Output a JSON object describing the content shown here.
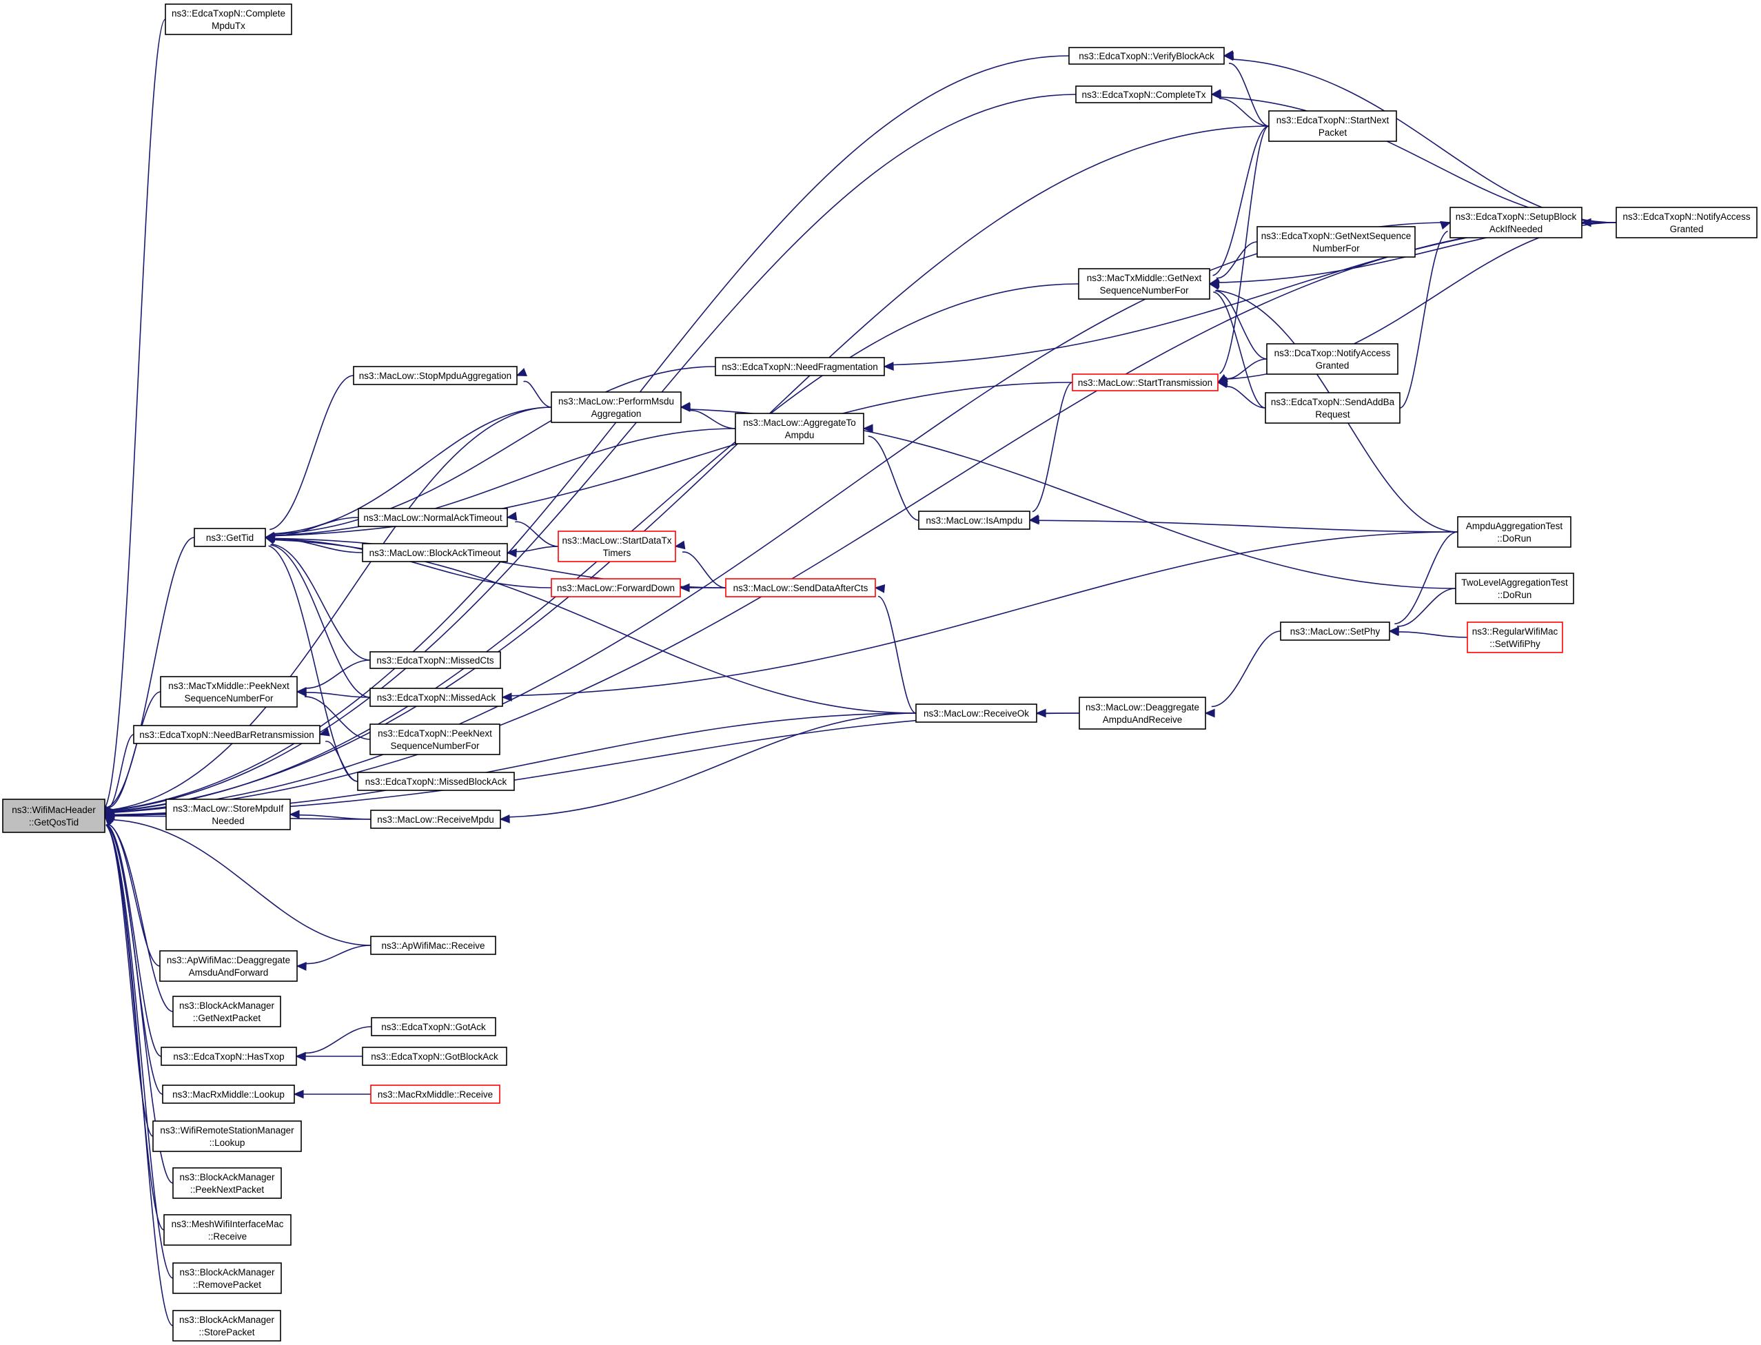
{
  "graph": {
    "colors": {
      "edge": "#191970",
      "node_border": "#000000",
      "highlight_border": "#ff0000",
      "root_fill": "#bfbfbf"
    },
    "nodes": [
      {
        "id": "root",
        "lines": [
          "ns3::WifiMacHeader",
          "::GetQosTid"
        ],
        "style": "root"
      },
      {
        "id": "CompleteMpduTx",
        "lines": [
          "ns3::EdcaTxopN::Complete",
          "MpduTx"
        ]
      },
      {
        "id": "VerifyBlockAck",
        "lines": [
          "ns3::EdcaTxopN::VerifyBlockAck"
        ]
      },
      {
        "id": "CompleteTx",
        "lines": [
          "ns3::EdcaTxopN::CompleteTx"
        ]
      },
      {
        "id": "StartNextPacket",
        "lines": [
          "ns3::EdcaTxopN::StartNext",
          "Packet"
        ]
      },
      {
        "id": "SetupBlockAck",
        "lines": [
          "ns3::EdcaTxopN::SetupBlock",
          "AckIfNeeded"
        ]
      },
      {
        "id": "NotifyAccessGranted",
        "lines": [
          "ns3::EdcaTxopN::NotifyAccess",
          "Granted"
        ]
      },
      {
        "id": "GetNextSeqEdca",
        "lines": [
          "ns3::EdcaTxopN::GetNextSequence",
          "NumberFor"
        ]
      },
      {
        "id": "GetNextSeqMid",
        "lines": [
          "ns3::MacTxMiddle::GetNext",
          "SequenceNumberFor"
        ]
      },
      {
        "id": "NeedFragmentation",
        "lines": [
          "ns3::EdcaTxopN::NeedFragmentation"
        ]
      },
      {
        "id": "StopMpdu",
        "lines": [
          "ns3::MacLow::StopMpduAggregation"
        ]
      },
      {
        "id": "PerformMsdu",
        "lines": [
          "ns3::MacLow::PerformMsdu",
          "Aggregation"
        ]
      },
      {
        "id": "StartTransmission",
        "lines": [
          "ns3::MacLow::StartTransmission"
        ],
        "style": "red"
      },
      {
        "id": "DcaNotify",
        "lines": [
          "ns3::DcaTxop::NotifyAccess",
          "Granted"
        ]
      },
      {
        "id": "SendAddBa",
        "lines": [
          "ns3::EdcaTxopN::SendAddBa",
          "Request"
        ]
      },
      {
        "id": "AggregateToAmpdu",
        "lines": [
          "ns3::MacLow::AggregateTo",
          "Ampdu"
        ]
      },
      {
        "id": "IsAmpdu",
        "lines": [
          "ns3::MacLow::IsAmpdu"
        ]
      },
      {
        "id": "GetTid",
        "lines": [
          "ns3::GetTid"
        ]
      },
      {
        "id": "NormalAckTimeout",
        "lines": [
          "ns3::MacLow::NormalAckTimeout"
        ]
      },
      {
        "id": "BlockAckTimeout",
        "lines": [
          "ns3::MacLow::BlockAckTimeout"
        ]
      },
      {
        "id": "StartDataTx",
        "lines": [
          "ns3::MacLow::StartDataTx",
          "Timers"
        ],
        "style": "red"
      },
      {
        "id": "ForwardDown",
        "lines": [
          "ns3::MacLow::ForwardDown"
        ],
        "style": "red"
      },
      {
        "id": "SendDataAfterCts",
        "lines": [
          "ns3::MacLow::SendDataAfterCts"
        ],
        "style": "red"
      },
      {
        "id": "AmpduTest",
        "lines": [
          "AmpduAggregationTest",
          "::DoRun"
        ]
      },
      {
        "id": "TwoLevelTest",
        "lines": [
          "TwoLevelAggregationTest",
          "::DoRun"
        ]
      },
      {
        "id": "SetPhy",
        "lines": [
          "ns3::MacLow::SetPhy"
        ]
      },
      {
        "id": "SetWifiPhy",
        "lines": [
          "ns3::RegularWifiMac",
          "::SetWifiPhy"
        ],
        "style": "red"
      },
      {
        "id": "MissedCts",
        "lines": [
          "ns3::EdcaTxopN::MissedCts"
        ]
      },
      {
        "id": "PeekNextMid",
        "lines": [
          "ns3::MacTxMiddle::PeekNext",
          "SequenceNumberFor"
        ]
      },
      {
        "id": "MissedAck",
        "lines": [
          "ns3::EdcaTxopN::MissedAck"
        ]
      },
      {
        "id": "PeekNextEdca",
        "lines": [
          "ns3::EdcaTxopN::PeekNext",
          "SequenceNumberFor"
        ]
      },
      {
        "id": "ReceiveOk",
        "lines": [
          "ns3::MacLow::ReceiveOk"
        ]
      },
      {
        "id": "Deaggregate",
        "lines": [
          "ns3::MacLow::Deaggregate",
          "AmpduAndReceive"
        ]
      },
      {
        "id": "NeedBarRetrans",
        "lines": [
          "ns3::EdcaTxopN::NeedBarRetransmission"
        ]
      },
      {
        "id": "MissedBlockAck",
        "lines": [
          "ns3::EdcaTxopN::MissedBlockAck"
        ]
      },
      {
        "id": "StoreMpdu",
        "lines": [
          "ns3::MacLow::StoreMpduIf",
          "Needed"
        ]
      },
      {
        "id": "ReceiveMpdu",
        "lines": [
          "ns3::MacLow::ReceiveMpdu"
        ]
      },
      {
        "id": "ApDeaggregate",
        "lines": [
          "ns3::ApWifiMac::Deaggregate",
          "AmsduAndForward"
        ]
      },
      {
        "id": "ApReceive",
        "lines": [
          "ns3::ApWifiMac::Receive"
        ]
      },
      {
        "id": "BAMGetNext",
        "lines": [
          "ns3::BlockAckManager",
          "::GetNextPacket"
        ]
      },
      {
        "id": "GotAck",
        "lines": [
          "ns3::EdcaTxopN::GotAck"
        ]
      },
      {
        "id": "HasTxop",
        "lines": [
          "ns3::EdcaTxopN::HasTxop"
        ]
      },
      {
        "id": "GotBlockAck",
        "lines": [
          "ns3::EdcaTxopN::GotBlockAck"
        ]
      },
      {
        "id": "RxLookup",
        "lines": [
          "ns3::MacRxMiddle::Lookup"
        ]
      },
      {
        "id": "RxReceive",
        "lines": [
          "ns3::MacRxMiddle::Receive"
        ],
        "style": "red"
      },
      {
        "id": "RSMLookup",
        "lines": [
          "ns3::WifiRemoteStationManager",
          "::Lookup"
        ]
      },
      {
        "id": "BAMPeek",
        "lines": [
          "ns3::BlockAckManager",
          "::PeekNextPacket"
        ]
      },
      {
        "id": "MeshReceive",
        "lines": [
          "ns3::MeshWifiInterfaceMac",
          "::Receive"
        ]
      },
      {
        "id": "BAMRemove",
        "lines": [
          "ns3::BlockAckManager",
          "::RemovePacket"
        ]
      },
      {
        "id": "BAMStore",
        "lines": [
          "ns3::BlockAckManager",
          "::StorePacket"
        ]
      }
    ],
    "edges": [
      [
        "root",
        "CompleteMpduTx"
      ],
      [
        "root",
        "VerifyBlockAck"
      ],
      [
        "root",
        "CompleteTx"
      ],
      [
        "root",
        "StartNextPacket"
      ],
      [
        "root",
        "NotifyAccessGranted"
      ],
      [
        "root",
        "SetupBlockAck"
      ],
      [
        "root",
        "GetNextSeqMid"
      ],
      [
        "root",
        "PerformMsdu"
      ],
      [
        "root",
        "GetTid"
      ],
      [
        "root",
        "PeekNextMid"
      ],
      [
        "root",
        "NeedBarRetrans"
      ],
      [
        "root",
        "StoreMpdu"
      ],
      [
        "root",
        "ReceiveMpdu"
      ],
      [
        "root",
        "ReceiveOk"
      ],
      [
        "root",
        "Deaggregate"
      ],
      [
        "root",
        "ApReceive"
      ],
      [
        "root",
        "ApDeaggregate"
      ],
      [
        "root",
        "BAMGetNext"
      ],
      [
        "root",
        "HasTxop"
      ],
      [
        "root",
        "RxLookup"
      ],
      [
        "root",
        "RSMLookup"
      ],
      [
        "root",
        "BAMPeek"
      ],
      [
        "root",
        "MeshReceive"
      ],
      [
        "root",
        "BAMRemove"
      ],
      [
        "root",
        "BAMStore"
      ],
      [
        "VerifyBlockAck",
        "StartNextPacket"
      ],
      [
        "VerifyBlockAck",
        "NotifyAccessGranted"
      ],
      [
        "CompleteTx",
        "StartNextPacket"
      ],
      [
        "CompleteTx",
        "NotifyAccessGranted"
      ],
      [
        "SetupBlockAck",
        "NotifyAccessGranted"
      ],
      [
        "SetupBlockAck",
        "SendAddBa"
      ],
      [
        "GetNextSeqMid",
        "StartNextPacket"
      ],
      [
        "GetNextSeqMid",
        "GetNextSeqEdca"
      ],
      [
        "GetNextSeqMid",
        "NotifyAccessGranted"
      ],
      [
        "GetNextSeqMid",
        "DcaNotify"
      ],
      [
        "GetNextSeqMid",
        "SendAddBa"
      ],
      [
        "GetNextSeqMid",
        "AmpduTest"
      ],
      [
        "StartTransmission",
        "StartNextPacket"
      ],
      [
        "StartTransmission",
        "DcaNotify"
      ],
      [
        "StartTransmission",
        "SendAddBa"
      ],
      [
        "StartTransmission",
        "NotifyAccessGranted"
      ],
      [
        "StopMpdu",
        "PerformMsdu"
      ],
      [
        "PerformMsdu",
        "AggregateToAmpdu"
      ],
      [
        "PerformMsdu",
        "TwoLevelTest"
      ],
      [
        "AggregateToAmpdu",
        "IsAmpdu"
      ],
      [
        "IsAmpdu",
        "StartTransmission"
      ],
      [
        "IsAmpdu",
        "AmpduTest"
      ],
      [
        "GetTid",
        "NeedFragmentation"
      ],
      [
        "GetTid",
        "StartTransmission"
      ],
      [
        "GetTid",
        "StopMpdu"
      ],
      [
        "GetTid",
        "PerformMsdu"
      ],
      [
        "GetTid",
        "AggregateToAmpdu"
      ],
      [
        "GetTid",
        "NormalAckTimeout"
      ],
      [
        "GetTid",
        "BlockAckTimeout"
      ],
      [
        "GetTid",
        "SendDataAfterCts"
      ],
      [
        "GetTid",
        "ForwardDown"
      ],
      [
        "GetTid",
        "MissedCts"
      ],
      [
        "GetTid",
        "MissedAck"
      ],
      [
        "GetTid",
        "MissedBlockAck"
      ],
      [
        "GetTid",
        "ReceiveOk"
      ],
      [
        "NeedFragmentation",
        "NotifyAccessGranted"
      ],
      [
        "NormalAckTimeout",
        "StartDataTx"
      ],
      [
        "BlockAckTimeout",
        "StartDataTx"
      ],
      [
        "StartDataTx",
        "SendDataAfterCts"
      ],
      [
        "ForwardDown",
        "SendDataAfterCts"
      ],
      [
        "SendDataAfterCts",
        "ReceiveOk"
      ],
      [
        "ReceiveOk",
        "Deaggregate"
      ],
      [
        "Deaggregate",
        "SetPhy"
      ],
      [
        "SetPhy",
        "AmpduTest"
      ],
      [
        "SetPhy",
        "TwoLevelTest"
      ],
      [
        "SetPhy",
        "SetWifiPhy"
      ],
      [
        "MissedAck",
        "AmpduTest"
      ],
      [
        "PeekNextMid",
        "MissedCts"
      ],
      [
        "PeekNextMid",
        "MissedAck"
      ],
      [
        "PeekNextMid",
        "PeekNextEdca"
      ],
      [
        "NeedBarRetrans",
        "MissedBlockAck"
      ],
      [
        "StoreMpdu",
        "ReceiveMpdu"
      ],
      [
        "ReceiveMpdu",
        "ReceiveOk"
      ],
      [
        "ApDeaggregate",
        "ApReceive"
      ],
      [
        "HasTxop",
        "GotAck"
      ],
      [
        "HasTxop",
        "GotBlockAck"
      ],
      [
        "RxLookup",
        "RxReceive"
      ]
    ]
  }
}
